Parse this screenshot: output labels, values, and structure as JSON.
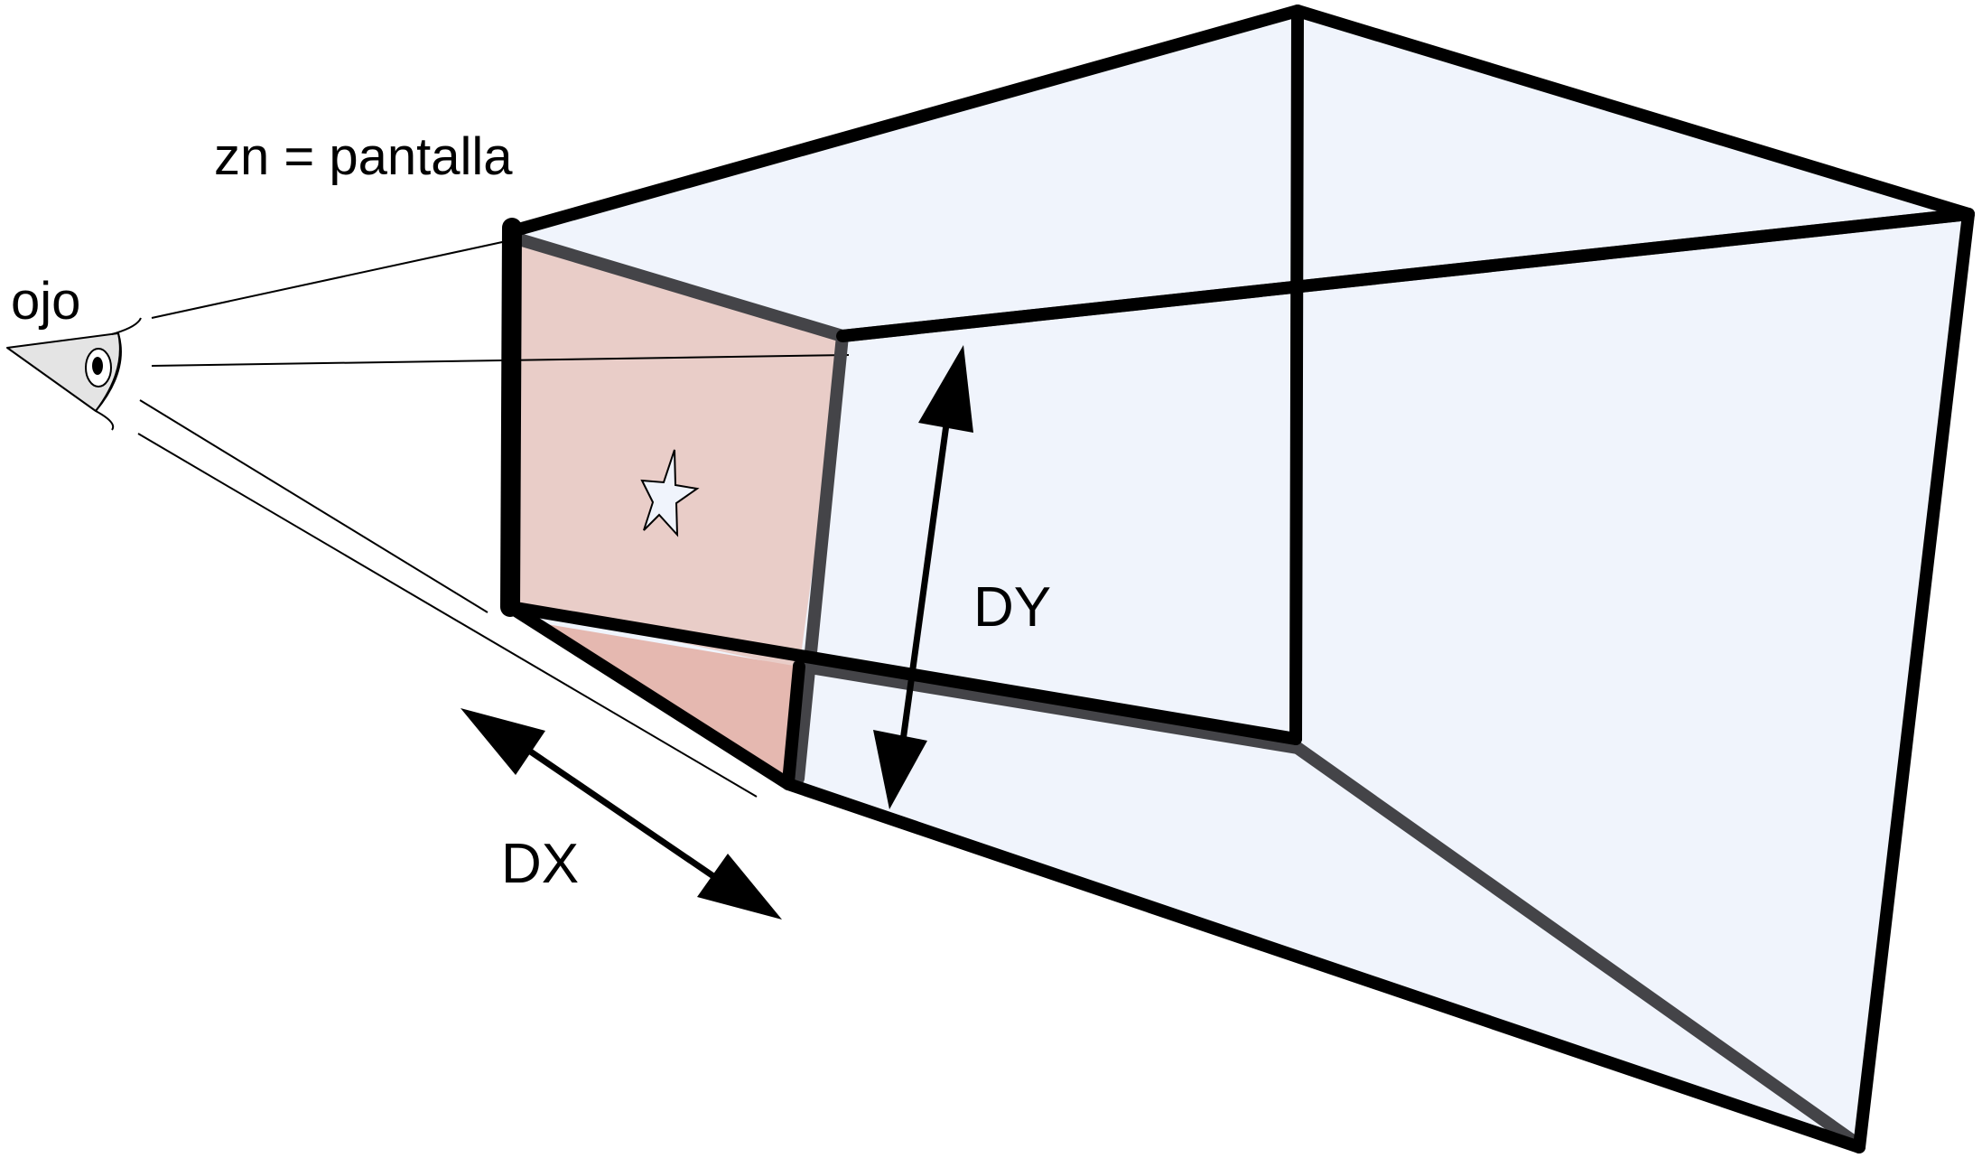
{
  "labels": {
    "near_plane": "zn = pantalla",
    "eye": "ojo",
    "dy": "DY",
    "dx": "DX"
  },
  "colors": {
    "far_face": "#f0f4fc",
    "near_face": "#e9cdc8",
    "near_face_lower": "#e5b8b0",
    "edge": "#000000",
    "hidden_edge": "#444448",
    "eye_fill": "#e4e4e4",
    "background": "#ffffff"
  }
}
